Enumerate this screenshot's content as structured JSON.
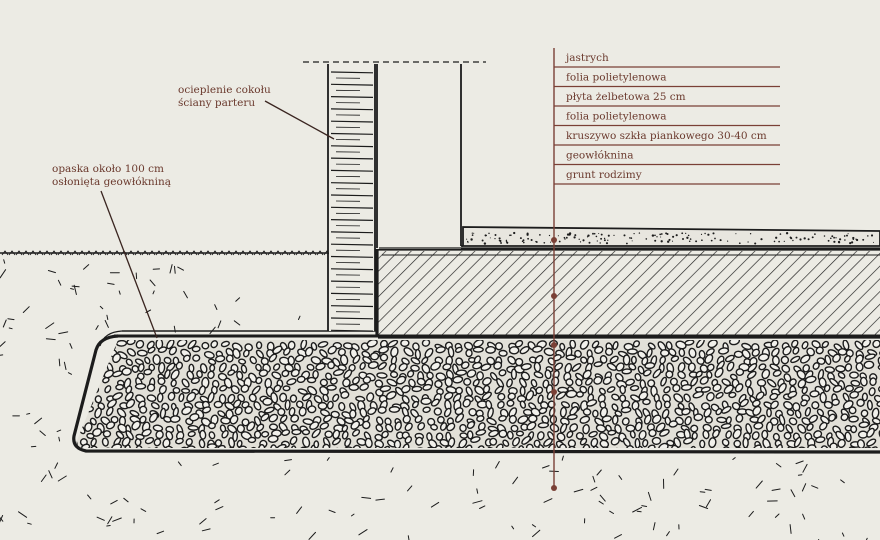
{
  "colors": {
    "background": "#ecebe4",
    "ink": "#1c1c1c",
    "label": "#6b3a2e",
    "leader": "#7a4036"
  },
  "labels": {
    "insulation": [
      "ocieplenie cokołu",
      "ściany parteru"
    ],
    "band": [
      "opaska około 100 cm",
      "osłonięta geowłókniną"
    ]
  },
  "layers": [
    "jastrych",
    "folia polietylenowa",
    "płyta żelbetowa 25 cm",
    "folia polietylenowa",
    "kruszywo szkła piankowego 30-40 cm",
    "geowłóknina",
    "grunt rodzimy"
  ]
}
